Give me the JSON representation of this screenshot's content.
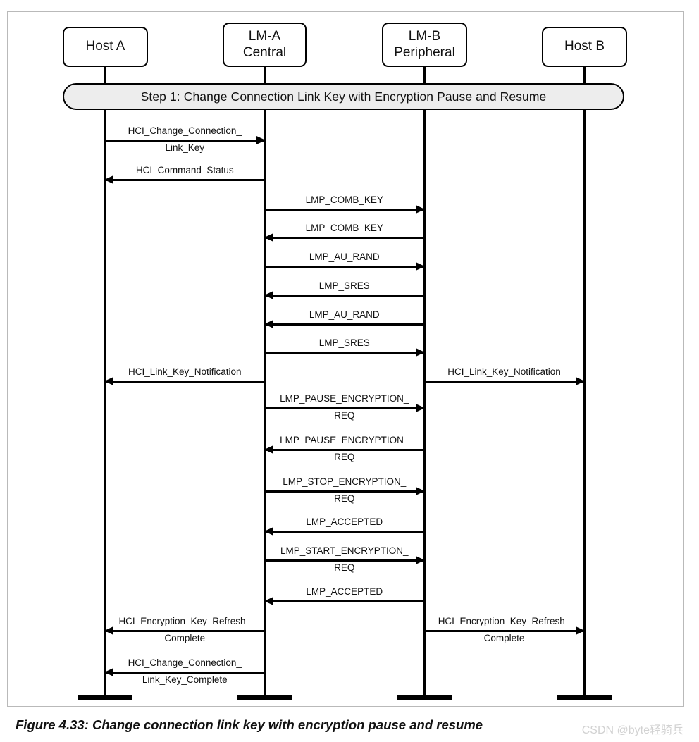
{
  "figure": {
    "caption": "Figure 4.33: Change connection link key with encryption pause and resume",
    "watermark": "CSDN @byte轻骑兵"
  },
  "lifelines": [
    {
      "id": "host-a",
      "name": "Host A",
      "line1": "Host A",
      "line2": ""
    },
    {
      "id": "lm-a-central",
      "name": "LM-A Central",
      "line1": "LM-A",
      "line2": "Central"
    },
    {
      "id": "lm-b-peripheral",
      "name": "LM-B Peripheral",
      "line1": "LM-B",
      "line2": "Peripheral"
    },
    {
      "id": "host-b",
      "name": "Host B",
      "line1": "Host B",
      "line2": ""
    }
  ],
  "step_bar": {
    "label": "Step 1:  Change Connection Link Key with Encryption Pause and Resume"
  },
  "messages": [
    {
      "id": "m01",
      "from": "host-a",
      "to": "lm-a-central",
      "dir": "right",
      "label_above": "HCI_Change_Connection_",
      "label_below": "Link_Key"
    },
    {
      "id": "m02",
      "from": "lm-a-central",
      "to": "host-a",
      "dir": "left",
      "label_above": "HCI_Command_Status",
      "label_below": ""
    },
    {
      "id": "m03",
      "from": "lm-a-central",
      "to": "lm-b-peripheral",
      "dir": "right",
      "label_above": "LMP_COMB_KEY",
      "label_below": ""
    },
    {
      "id": "m04",
      "from": "lm-b-peripheral",
      "to": "lm-a-central",
      "dir": "left",
      "label_above": "LMP_COMB_KEY",
      "label_below": ""
    },
    {
      "id": "m05",
      "from": "lm-a-central",
      "to": "lm-b-peripheral",
      "dir": "right",
      "label_above": "LMP_AU_RAND",
      "label_below": ""
    },
    {
      "id": "m06",
      "from": "lm-b-peripheral",
      "to": "lm-a-central",
      "dir": "left",
      "label_above": "LMP_SRES",
      "label_below": ""
    },
    {
      "id": "m07",
      "from": "lm-b-peripheral",
      "to": "lm-a-central",
      "dir": "left",
      "label_above": "LMP_AU_RAND",
      "label_below": ""
    },
    {
      "id": "m08",
      "from": "lm-a-central",
      "to": "lm-b-peripheral",
      "dir": "right",
      "label_above": "LMP_SRES",
      "label_below": ""
    },
    {
      "id": "m09",
      "from": "lm-a-central",
      "to": "host-a",
      "dir": "left",
      "label_above": "HCI_Link_Key_Notification",
      "label_below": ""
    },
    {
      "id": "m10",
      "from": "lm-b-peripheral",
      "to": "host-b",
      "dir": "right",
      "label_above": "HCI_Link_Key_Notification",
      "label_below": ""
    },
    {
      "id": "m11",
      "from": "lm-a-central",
      "to": "lm-b-peripheral",
      "dir": "right",
      "label_above": "LMP_PAUSE_ENCRYPTION_",
      "label_below": "REQ"
    },
    {
      "id": "m12",
      "from": "lm-b-peripheral",
      "to": "lm-a-central",
      "dir": "left",
      "label_above": "LMP_PAUSE_ENCRYPTION_",
      "label_below": "REQ"
    },
    {
      "id": "m13",
      "from": "lm-a-central",
      "to": "lm-b-peripheral",
      "dir": "right",
      "label_above": "LMP_STOP_ENCRYPTION_",
      "label_below": "REQ"
    },
    {
      "id": "m14",
      "from": "lm-b-peripheral",
      "to": "lm-a-central",
      "dir": "left",
      "label_above": "LMP_ACCEPTED",
      "label_below": ""
    },
    {
      "id": "m15",
      "from": "lm-a-central",
      "to": "lm-b-peripheral",
      "dir": "right",
      "label_above": "LMP_START_ENCRYPTION_",
      "label_below": "REQ"
    },
    {
      "id": "m16",
      "from": "lm-b-peripheral",
      "to": "lm-a-central",
      "dir": "left",
      "label_above": "LMP_ACCEPTED",
      "label_below": ""
    },
    {
      "id": "m17",
      "from": "lm-a-central",
      "to": "host-a",
      "dir": "left",
      "label_above": "HCI_Encryption_Key_Refresh_",
      "label_below": "Complete"
    },
    {
      "id": "m18",
      "from": "lm-b-peripheral",
      "to": "host-b",
      "dir": "right",
      "label_above": "HCI_Encryption_Key_Refresh_",
      "label_below": "Complete"
    },
    {
      "id": "m19",
      "from": "lm-a-central",
      "to": "host-a",
      "dir": "left",
      "label_above": "HCI_Change_Connection_",
      "label_below": "Link_Key_Complete"
    }
  ],
  "colors": {
    "stroke": "#000000",
    "step_bar_fill": "#ededed",
    "frame_border": "#b9b9b9",
    "watermark": "#d2d2d2"
  }
}
